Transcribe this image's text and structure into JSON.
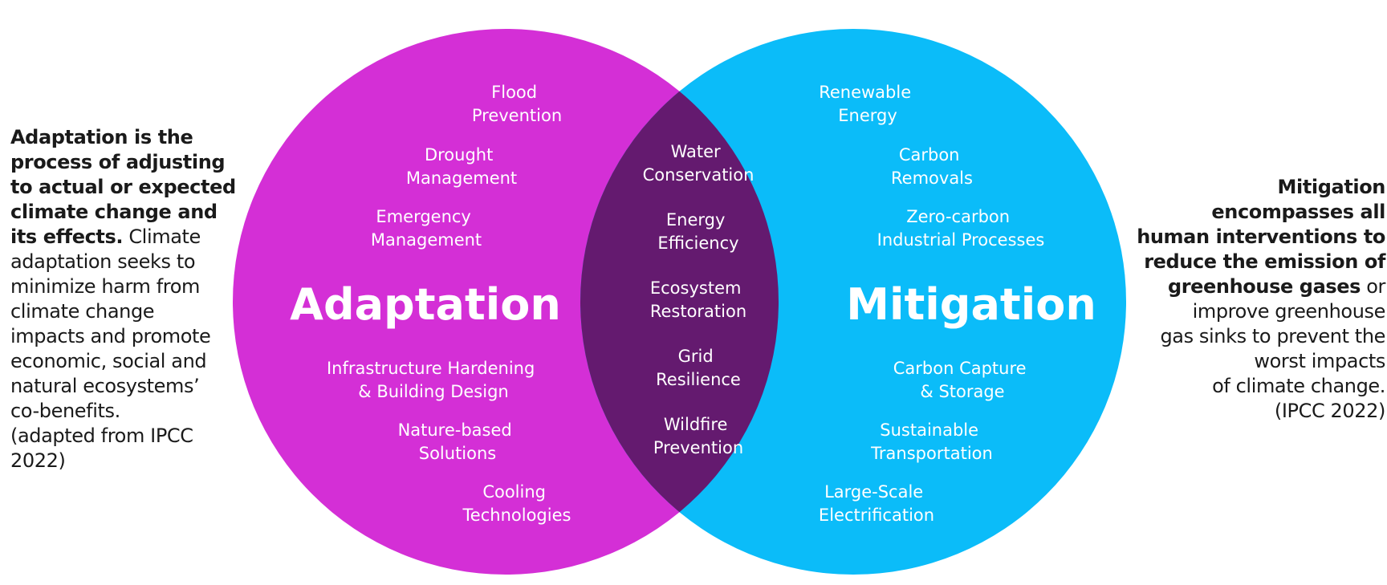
{
  "colors": {
    "adaptation": "#d42fd6",
    "mitigation": "#0bbcf9",
    "overlap": "#641a6f",
    "text_dark": "#1a1a1a",
    "text_light": "#ffffff"
  },
  "left_panel": {
    "bold_line_1": "Adaptation is the",
    "bold_line_2": "process of adjusting",
    "bold_line_3": "to actual or expected",
    "bold_line_4": "climate change and",
    "bold_line_5": "its effects.",
    "line_5_rest": " Climate",
    "line_6": "adaptation seeks to",
    "line_7": "minimize harm from",
    "line_8": "climate change",
    "line_9": "impacts and promote",
    "line_10": "economic, social and",
    "line_11": "natural ecosystems’",
    "line_12": "co-benefits.",
    "line_13": "(adapted from IPCC",
    "line_14": "2022)"
  },
  "right_panel": {
    "bold_line_1": "Mitigation",
    "bold_line_2": "encompasses all",
    "bold_line_3": "human interventions to",
    "bold_line_4": "reduce the emission of",
    "bold_line_5": "greenhouse gases",
    "line_5_rest": " or",
    "line_6": "improve greenhouse",
    "line_7": "gas sinks to prevent the",
    "line_8": "worst impacts",
    "line_9": "of climate change.",
    "line_10": "(IPCC 2022)"
  },
  "adaptation": {
    "title": "Adaptation",
    "items": [
      {
        "line1": "Flood",
        "line2": "Prevention"
      },
      {
        "line1": "Drought",
        "line2": "Management"
      },
      {
        "line1": "Emergency",
        "line2": "Management"
      },
      {
        "line1": "Infrastructure Hardening",
        "line2": "& Building Design"
      },
      {
        "line1": "Nature-based",
        "line2": "Solutions"
      },
      {
        "line1": "Cooling",
        "line2": "Technologies"
      }
    ]
  },
  "overlap": {
    "items": [
      {
        "line1": "Water",
        "line2": "Conservation"
      },
      {
        "line1": "Energy",
        "line2": "Efficiency"
      },
      {
        "line1": "Ecosystem",
        "line2": "Restoration"
      },
      {
        "line1": "Grid",
        "line2": "Resilience"
      },
      {
        "line1": "Wildfire",
        "line2": "Prevention"
      }
    ]
  },
  "mitigation": {
    "title": "Mitigation",
    "items": [
      {
        "line1": "Renewable",
        "line2": "Energy"
      },
      {
        "line1": "Carbon",
        "line2": "Removals"
      },
      {
        "line1": "Zero-carbon",
        "line2": "Industrial Processes"
      },
      {
        "line1": "Carbon Capture",
        "line2": "& Storage"
      },
      {
        "line1": "Sustainable",
        "line2": "Transportation"
      },
      {
        "line1": "Large-Scale",
        "line2": "Electrification"
      }
    ]
  }
}
